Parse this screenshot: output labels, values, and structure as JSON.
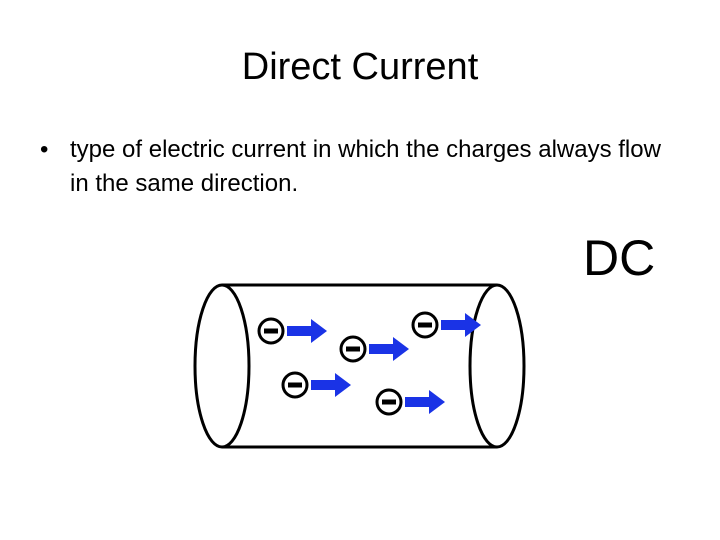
{
  "slide": {
    "title": "Direct Current",
    "bullet_char": "•",
    "bullet_text": "type of electric current in which the charges always flow in the same direction.",
    "dc_label": "DC"
  },
  "figure": {
    "wire_shape": "cylinder",
    "charge_symbol": "minus",
    "charge_count": 5,
    "arrow_direction": "right",
    "colors": {
      "arrow": "#1a33e6",
      "outline": "#000000",
      "charge_fill": "#ffffff"
    }
  }
}
